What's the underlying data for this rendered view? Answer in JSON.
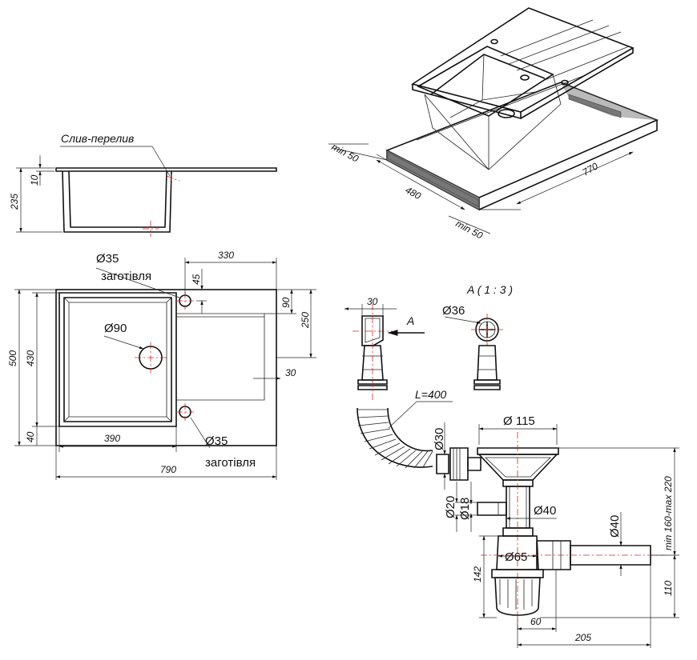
{
  "side_view": {
    "drain_label": "Слив-перелив",
    "dim_10": "10",
    "dim_235": "235"
  },
  "plan_view": {
    "dim_330": "330",
    "dim_45": "45",
    "dim_90": "90",
    "dim_250": "250",
    "dim_500": "500",
    "dim_430": "430",
    "dim_40": "40",
    "dim_30": "30",
    "dim_390": "390",
    "dim_790": "790",
    "hole_top": "Ø35",
    "hole_top_note": "заготівля",
    "hole_bottom": "Ø35",
    "hole_bottom_note": "заготівля",
    "drain_diam": "Ø90"
  },
  "iso_view": {
    "dim_min50_left": "min 50",
    "dim_480": "480",
    "dim_770": "770",
    "dim_min50_right": "min 50"
  },
  "siphon": {
    "detail_title": "A ( 1 : 3 )",
    "arrow_label": "A",
    "dim_30_top": "30",
    "diam_36": "Ø36",
    "hose_len": "L=400",
    "diam_115": "Ø 115",
    "diam_30": "Ø30",
    "diam_20": "Ø20",
    "diam_18": "Ø18",
    "diam_40_a": "Ø40",
    "diam_40_b": "Ø40",
    "diam_65": "Ø65",
    "dim_142": "142",
    "dim_110": "110",
    "dim_60": "60",
    "dim_205": "205",
    "height_range": "min 160-max 220"
  }
}
